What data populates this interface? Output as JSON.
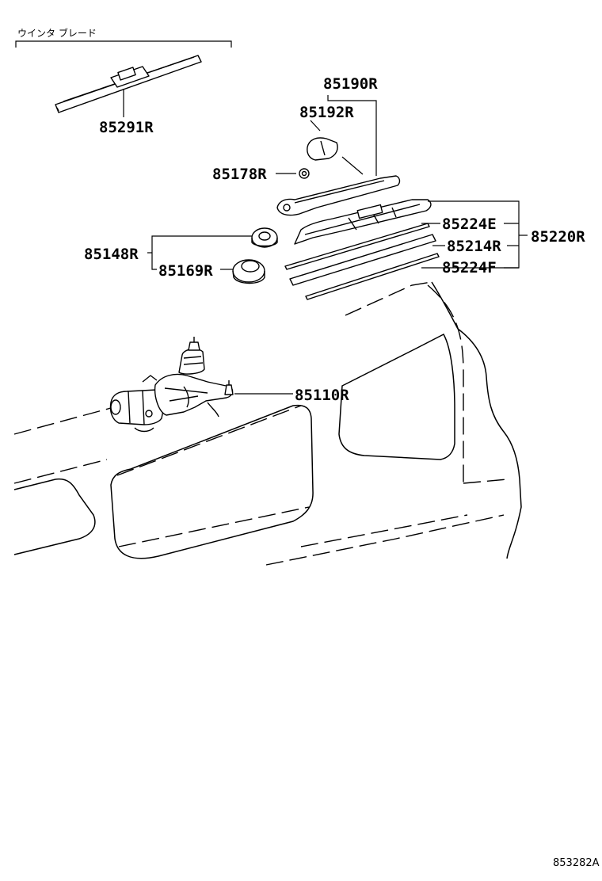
{
  "header": {
    "blade_group_label": "ウインタ ブレード"
  },
  "parts": [
    {
      "id": "p85291",
      "number": "85291R"
    },
    {
      "id": "p85190",
      "number": "85190R"
    },
    {
      "id": "p85192",
      "number": "85192R"
    },
    {
      "id": "p85178",
      "number": "85178R"
    },
    {
      "id": "p85224e",
      "number": "85224E"
    },
    {
      "id": "p85220",
      "number": "85220R"
    },
    {
      "id": "p85148",
      "number": "85148R"
    },
    {
      "id": "p85214",
      "number": "85214R"
    },
    {
      "id": "p85169",
      "number": "85169R"
    },
    {
      "id": "p85224f",
      "number": "85224F"
    },
    {
      "id": "p85110",
      "number": "85110R"
    }
  ],
  "footer": {
    "diagram_ref": "853282A"
  }
}
